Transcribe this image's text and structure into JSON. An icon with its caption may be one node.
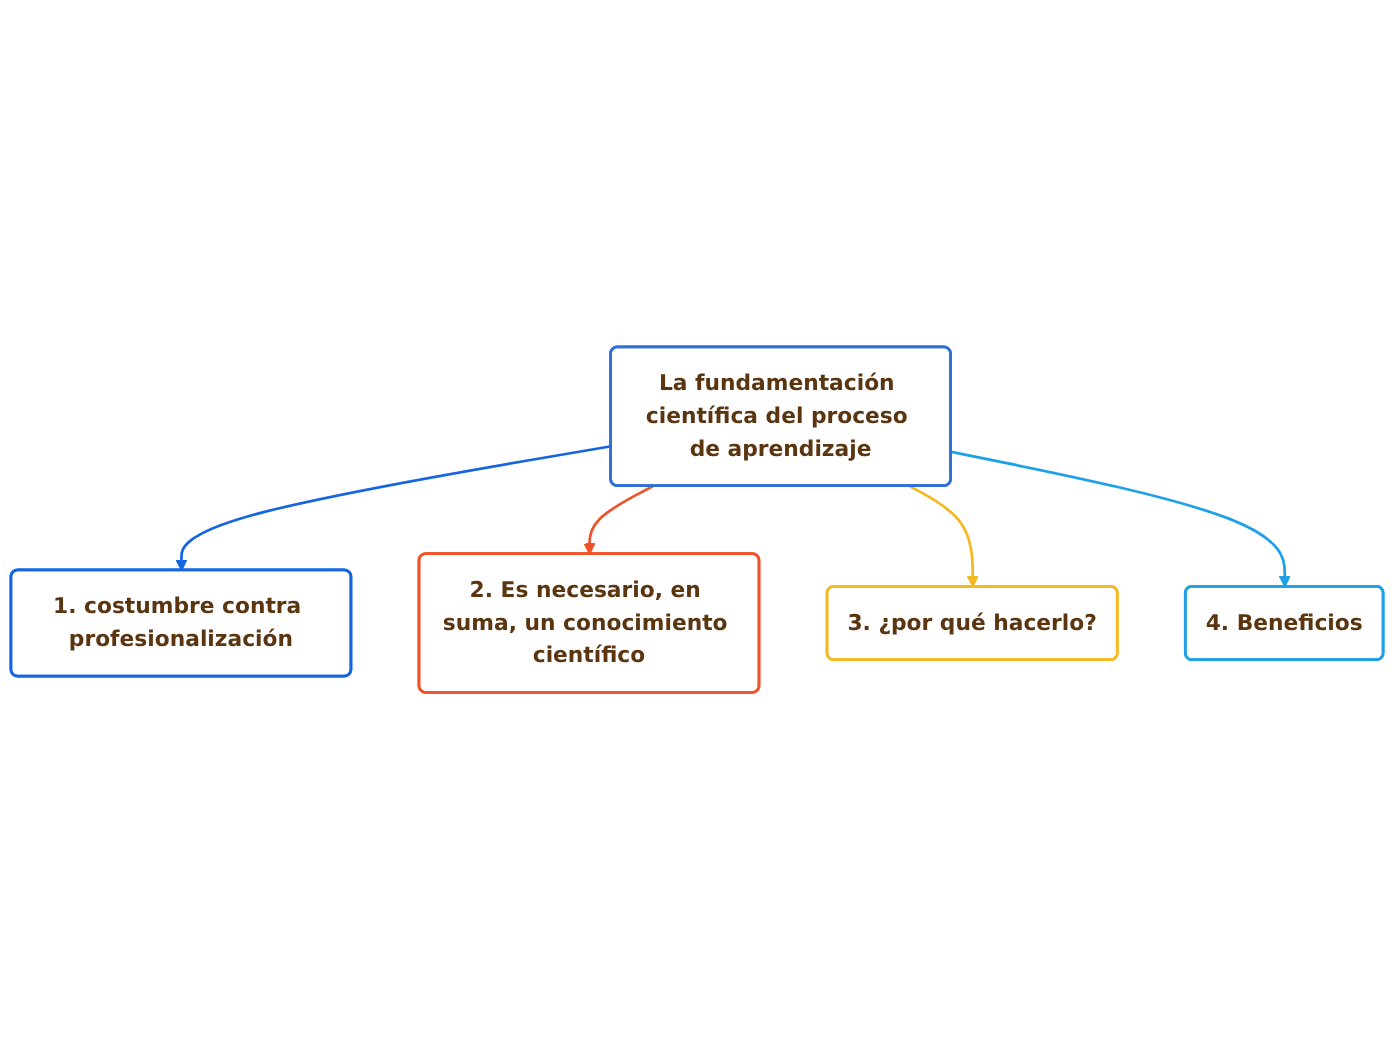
{
  "diagram": {
    "nodes": [
      {
        "text": [
          "La fundamentación científica del proceso de aprendizaje"
        ]
      },
      {
        "text": [
          "1. costumbre contra profesionalización"
        ]
      },
      {
        "text": [
          "2. Es necesario, en suma, un conocimiento científico"
        ]
      },
      {
        "text": [
          "3. ¿por qué hacerlo?"
        ]
      },
      {
        "text": [
          "4. Beneficios"
        ]
      }
    ],
    "edges": [
      {
        "from": 0,
        "to": 1,
        "arrow": "to",
        "color": "#1565e0"
      },
      {
        "from": 0,
        "to": 2,
        "arrow": "to",
        "color": "#f0522a"
      },
      {
        "from": 0,
        "to": 3,
        "arrow": "to",
        "color": "#f5b820"
      },
      {
        "from": 0,
        "to": 4,
        "arrow": "to",
        "color": "#1ea0e6"
      }
    ]
  }
}
